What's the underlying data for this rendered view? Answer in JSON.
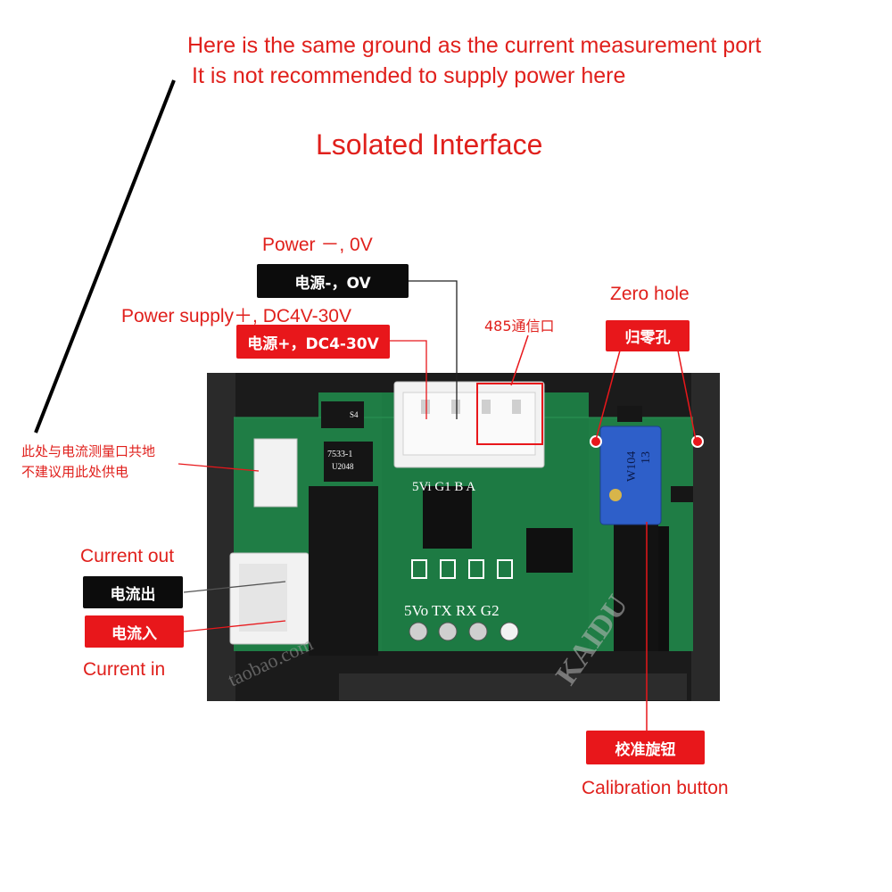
{
  "header": {
    "line1": "Here is the same ground as the current measurement port",
    "line2": "It is not recommended to supply power here"
  },
  "title": "Lsolated Interface",
  "labels": {
    "power_minus_en": "Power －, 0V",
    "power_minus_cn": "电源-，OV",
    "power_plus_en": "Power supply＋, DC4V-30V",
    "power_plus_cn": "电源+，DC4-30V",
    "rs485_cn": "485通信口",
    "zero_hole_en": "Zero hole",
    "zero_hole_cn": "归零孔",
    "side_cn_line1": "此处与电流测量口共地",
    "side_cn_line2": "不建议用此处供电",
    "current_out_en": "Current out",
    "current_out_cn": "电流出",
    "current_in_cn": "电流入",
    "current_in_en": "Current in",
    "calib_cn": "校准旋钮",
    "calib_en": "Calibration button"
  },
  "board": {
    "top_pins": "5Vi G1  B  A",
    "bottom_pins": "5Vo TX  RX  G2",
    "chip_top": "7533-1",
    "chip_bottom": "U2048",
    "diode": "S4",
    "pot_text": "W104",
    "pot_code": "13",
    "watermark": "KAIDU",
    "watermark_url": "taobao.com"
  },
  "colors": {
    "annotation_red": "#e0201c",
    "pcb_green": "#1f7d45",
    "case_black": "#1b1b1b",
    "pot_blue": "#2e5fc9"
  }
}
